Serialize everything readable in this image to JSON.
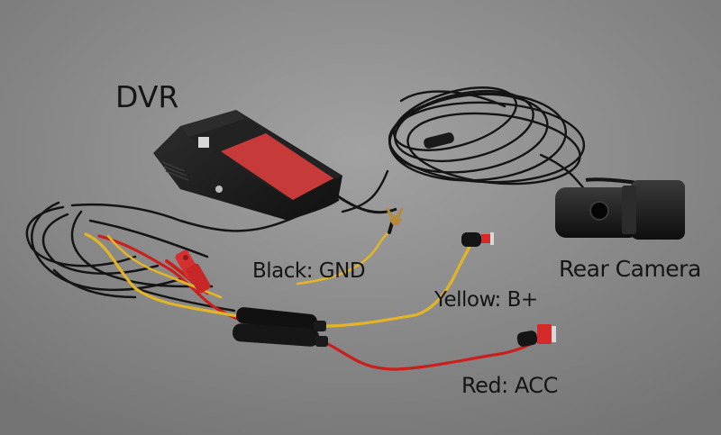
{
  "labels": {
    "dvr": "DVR",
    "rear_camera": "Rear Camera",
    "black_gnd": "Black: GND",
    "yellow_bplus": "Yellow: B+",
    "red_acc": "Red: ACC"
  },
  "colors": {
    "background": "#8c8c8c",
    "device": "#1b1b1b",
    "sticker": "#c73a3a",
    "yellow_wire": "#e2b526",
    "red_wire": "#c9201b",
    "black_wire": "#141414",
    "label_text": "#151515"
  }
}
